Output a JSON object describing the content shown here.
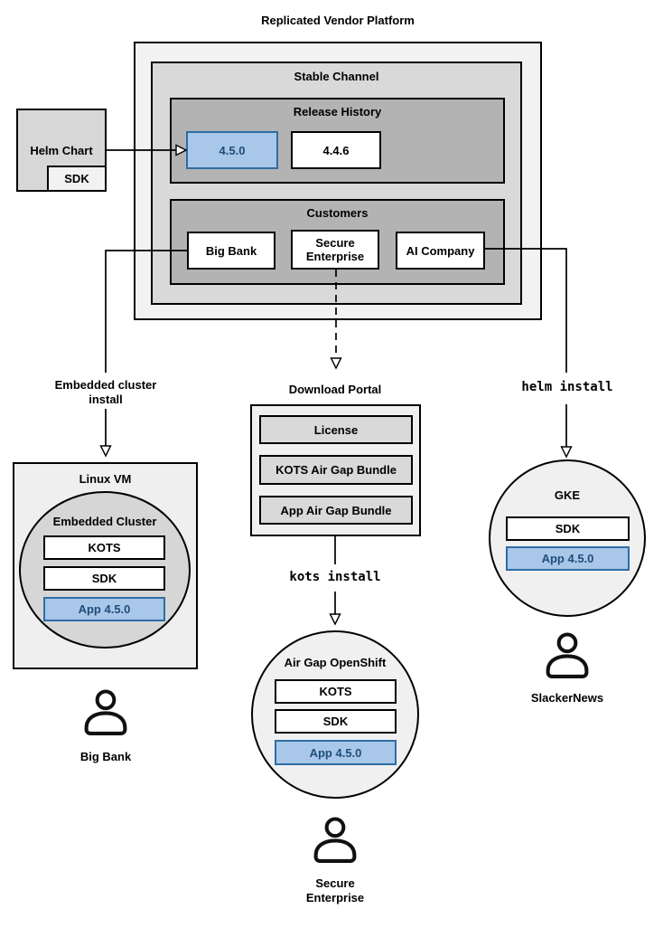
{
  "title": "Replicated Vendor Platform",
  "stable_channel": {
    "label": "Stable Channel"
  },
  "release_history": {
    "label": "Release History",
    "releases": [
      "4.5.0",
      "4.4.6"
    ]
  },
  "customers": {
    "label": "Customers",
    "items": [
      "Big Bank",
      "Secure Enterprise",
      "AI Company"
    ]
  },
  "helm_chart": {
    "label": "Helm Chart",
    "sdk": "SDK"
  },
  "edges": {
    "embedded_cluster_install": "Embedded cluster install",
    "helm_install": "helm install",
    "kots_install": "kots install"
  },
  "download_portal": {
    "label": "Download Portal",
    "items": [
      "License",
      "KOTS Air Gap Bundle",
      "App Air Gap Bundle"
    ]
  },
  "linux_vm": {
    "label": "Linux VM",
    "cluster_label": "Embedded Cluster",
    "components": [
      "KOTS",
      "SDK"
    ],
    "app": "App 4.5.0",
    "user": "Big Bank"
  },
  "air_gap_openshift": {
    "label": "Air Gap OpenShift",
    "components": [
      "KOTS",
      "SDK"
    ],
    "app": "App 4.5.0",
    "user": "Secure Enterprise"
  },
  "gke": {
    "label": "GKE",
    "components": [
      "SDK"
    ],
    "app": "App 4.5.0",
    "user": "SlackerNews"
  },
  "colors": {
    "platform_fill": "#f2f2f2",
    "channel_fill": "#d9d9d9",
    "section_fill": "#b3b3b3",
    "node_fill": "#ffffff",
    "highlight_fill": "#a9c7e9",
    "highlight_border": "#2e6da4",
    "highlight_text": "#1f4e79",
    "cluster_circle_fill": "#d6d6d6",
    "runtime_circle_fill": "#f0f0f0",
    "line_color": "#000000"
  }
}
